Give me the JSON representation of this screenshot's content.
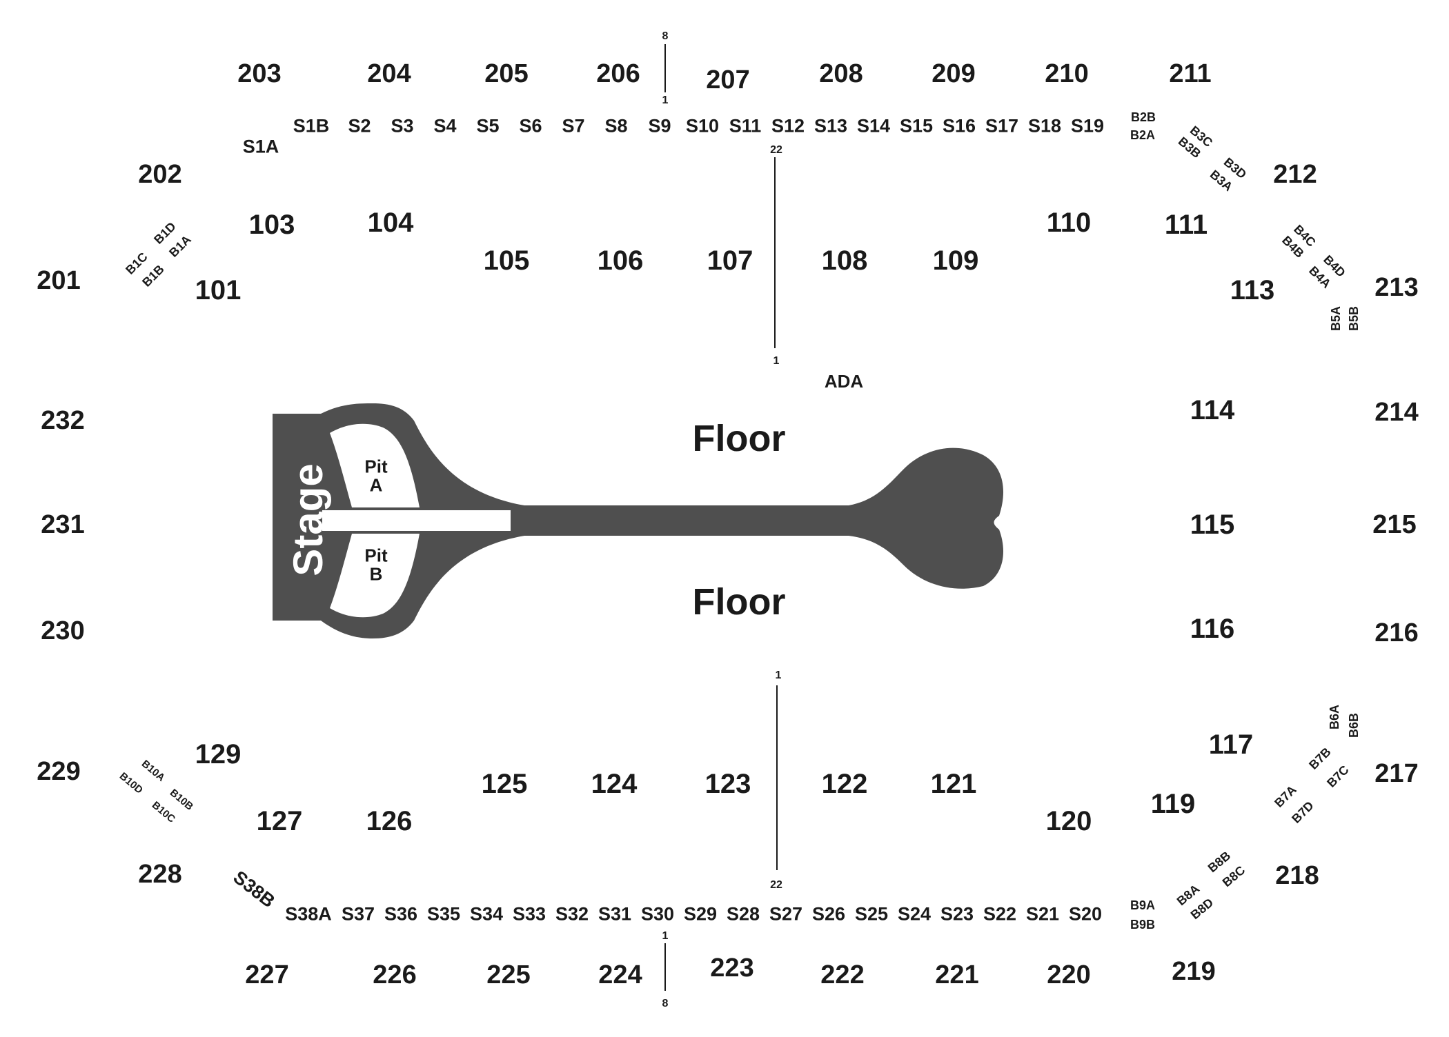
{
  "venue_map": {
    "stage_label": "Stage",
    "floor_labels": [
      "Floor",
      "Floor"
    ],
    "pit_a": {
      "line1": "Pit",
      "line2": "A"
    },
    "pit_b": {
      "line1": "Pit",
      "line2": "B"
    },
    "ada_label": "ADA",
    "row_markers": {
      "top_upper": [
        "8",
        "1"
      ],
      "top_floor": [
        "22",
        "1"
      ],
      "bottom_floor": [
        "1",
        "22"
      ],
      "bottom_upper": [
        "1",
        "8"
      ]
    },
    "colors": {
      "stage": "#4f4f4f",
      "background": "#ffffff",
      "text": "#1a1a1a"
    }
  },
  "sections_200": [
    "203",
    "204",
    "205",
    "206",
    "207",
    "208",
    "209",
    "210",
    "211",
    "202",
    "212",
    "201",
    "213",
    "232",
    "214",
    "231",
    "215",
    "230",
    "216",
    "229",
    "217",
    "228",
    "218",
    "227",
    "226",
    "225",
    "224",
    "223",
    "222",
    "221",
    "220",
    "219"
  ],
  "sections_100": [
    "103",
    "104",
    "110",
    "111",
    "105",
    "106",
    "107",
    "108",
    "109",
    "101",
    "113",
    "114",
    "115",
    "116",
    "117",
    "129",
    "119",
    "125",
    "124",
    "123",
    "122",
    "121",
    "127",
    "126",
    "120"
  ],
  "suites_top": [
    "S1B",
    "S2",
    "S3",
    "S4",
    "S5",
    "S6",
    "S7",
    "S8",
    "S9",
    "S10",
    "S11",
    "S12",
    "S13",
    "S14",
    "S15",
    "S16",
    "S17",
    "S18",
    "S19",
    "S1A"
  ],
  "suites_bottom": [
    "S38A",
    "S37",
    "S36",
    "S35",
    "S34",
    "S33",
    "S32",
    "S31",
    "S30",
    "S29",
    "S28",
    "S27",
    "S26",
    "S25",
    "S24",
    "S23",
    "S22",
    "S21",
    "S20",
    "S38B"
  ],
  "boxes": [
    "B1C",
    "B1D",
    "B1B",
    "B1A",
    "B2B",
    "B2A",
    "B3C",
    "B3B",
    "B3D",
    "B3A",
    "B4C",
    "B4B",
    "B4D",
    "B4A",
    "B5A",
    "B5B",
    "B6A",
    "B6B",
    "B7B",
    "B7C",
    "B7A",
    "B7D",
    "B8B",
    "B8A",
    "B8C",
    "B8D",
    "B9A",
    "B9B",
    "B10A",
    "B10B",
    "B10D",
    "B10C"
  ]
}
